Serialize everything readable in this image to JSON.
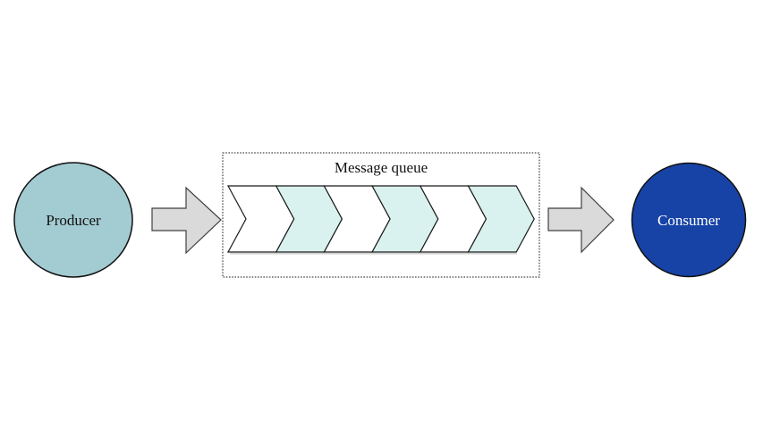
{
  "nodes": {
    "producer": {
      "label": "Producer"
    },
    "consumer": {
      "label": "Consumer"
    }
  },
  "queue": {
    "title": "Message queue",
    "segment_count": 6,
    "segments": [
      "white",
      "cyan",
      "white",
      "cyan",
      "white",
      "cyan"
    ]
  },
  "icons": {
    "flow_arrow_producer_to_queue": "right-arrow",
    "flow_arrow_queue_to_consumer": "right-arrow"
  },
  "colors": {
    "background": "#ffffff",
    "producer_fill": "#a3cbd2",
    "producer_text": "#111111",
    "consumer_fill": "#1743a6",
    "consumer_text": "#ffffff",
    "node_stroke": "#111111",
    "queue_box_fill": "#ffffff",
    "queue_box_stroke": "#1a1a1a",
    "queue_title_text": "#111111",
    "chevron_white": "#ffffff",
    "chevron_cyan": "#daf2ef",
    "chevron_stroke": "#1a1a1a",
    "band_shadow": "#c9c9c9",
    "arrow_fill": "#dadada",
    "arrow_stroke": "#404040"
  }
}
